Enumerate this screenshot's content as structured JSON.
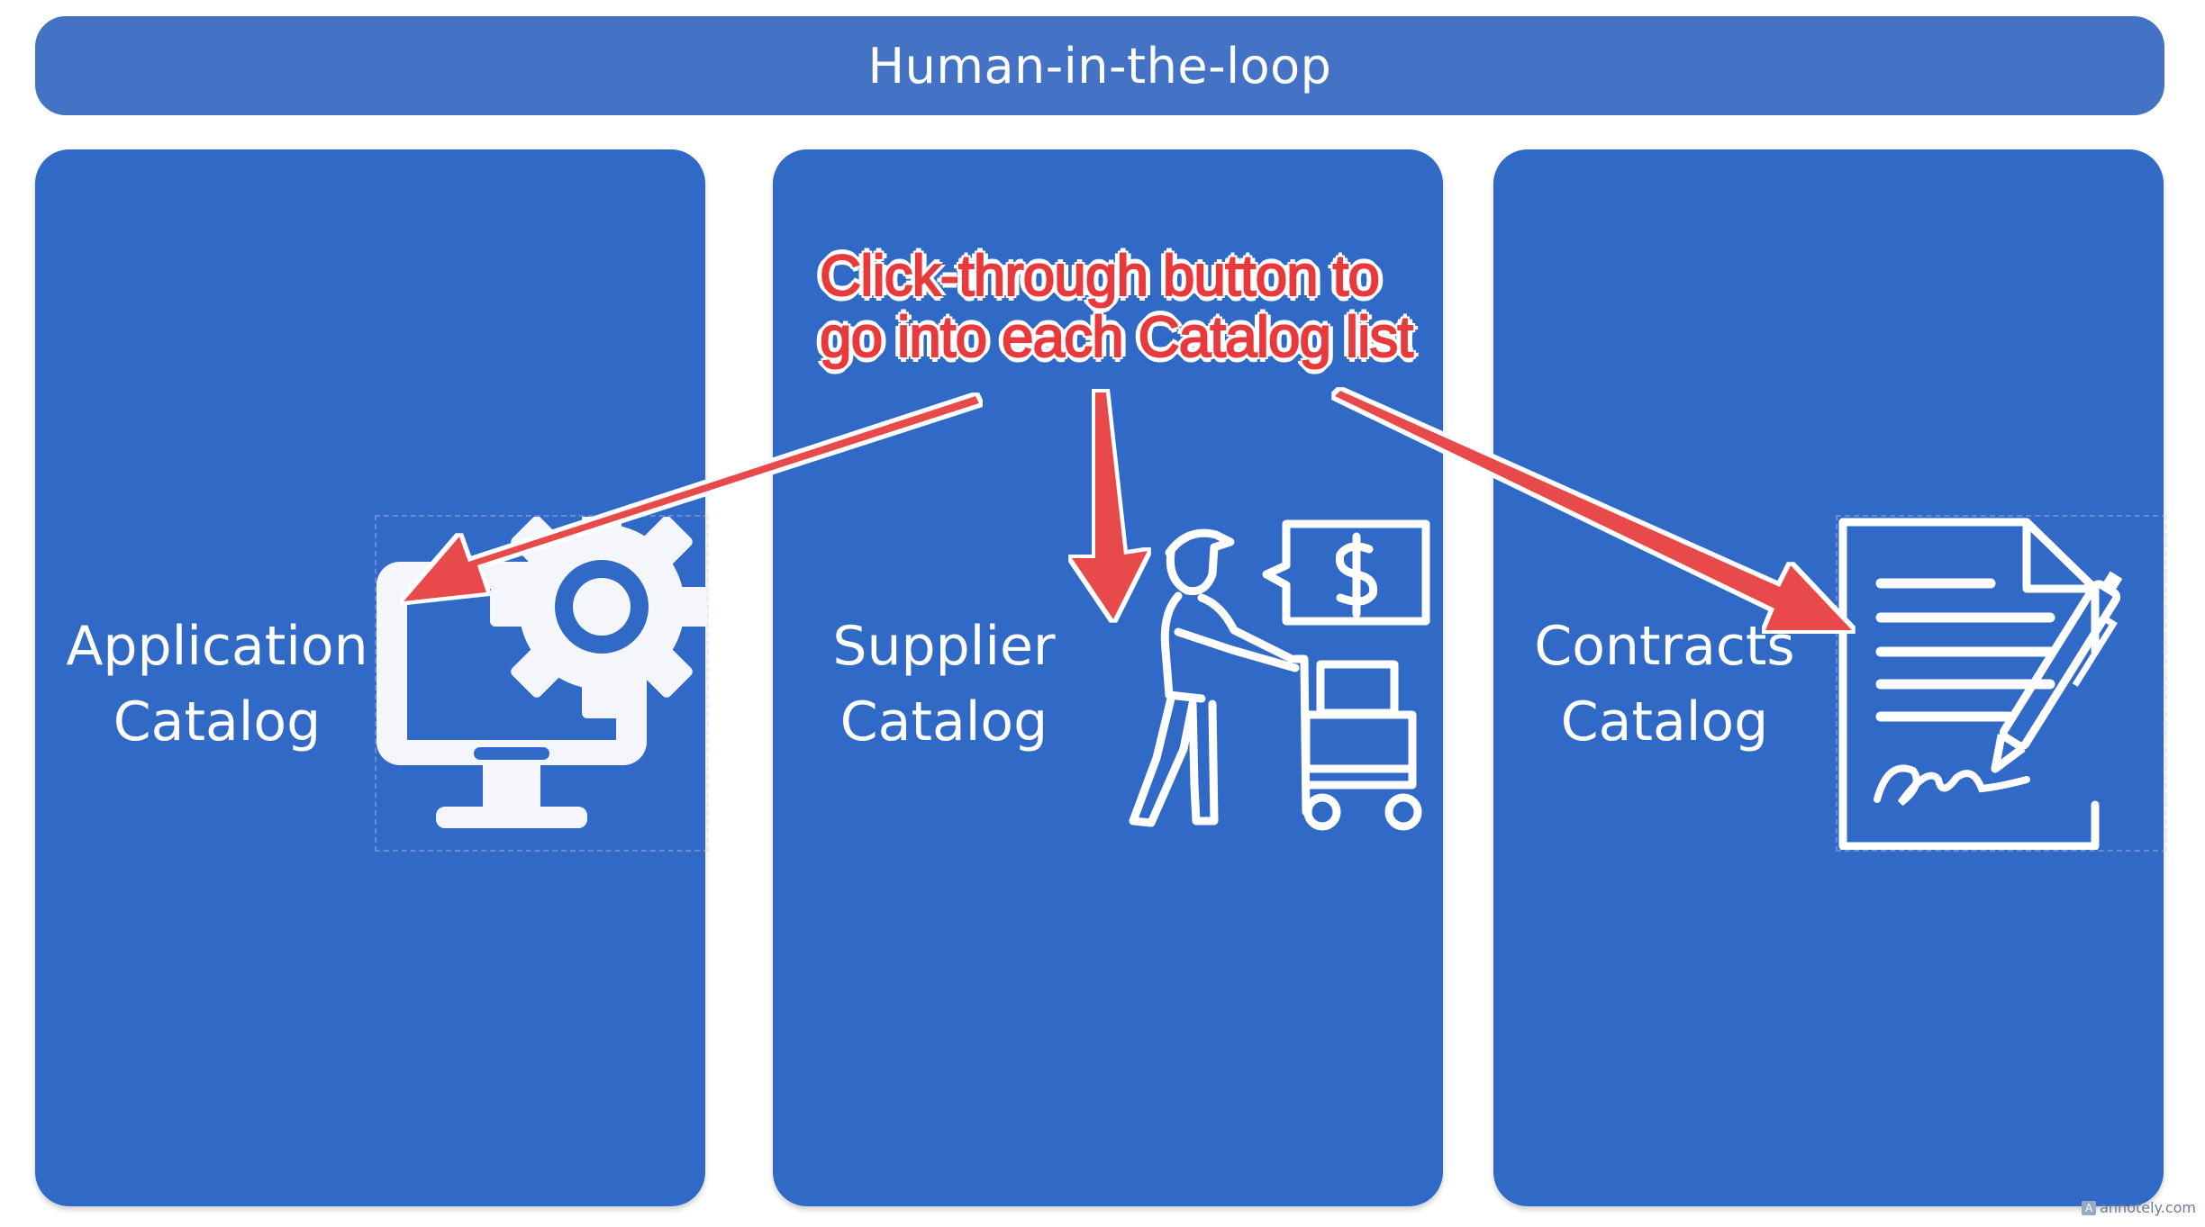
{
  "header": {
    "title": "Human-in-the-loop"
  },
  "cards": [
    {
      "label_line1": "Application",
      "label_line2": "Catalog",
      "icon": "computer-gear-icon"
    },
    {
      "label_line1": "Supplier",
      "label_line2": "Catalog",
      "icon": "delivery-person-cart-icon"
    },
    {
      "label_line1": "Contracts",
      "label_line2": "Catalog",
      "icon": "signed-contract-icon"
    }
  ],
  "annotation": {
    "line1": "Click-through button to",
    "line2": "go into each Catalog list",
    "color": "#e8393d"
  },
  "colors": {
    "header": "#4472c4",
    "card": "#3169c6",
    "icon": "#ffffff"
  },
  "watermark": {
    "text": "annotely.com",
    "logo": "A"
  }
}
